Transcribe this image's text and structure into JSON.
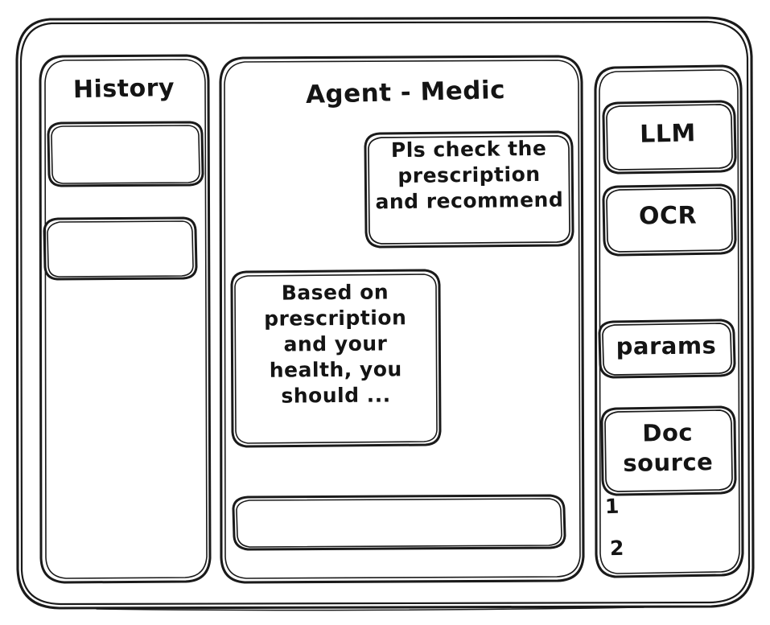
{
  "app": {
    "style": "hand-drawn-wireframe",
    "stroke_color": "#1a1a1a",
    "background_color": "#ffffff"
  },
  "sidebar_left": {
    "title": "History",
    "items": [
      {
        "label": "",
        "name": "history-item-1"
      },
      {
        "label": "",
        "name": "history-item-2"
      }
    ]
  },
  "main": {
    "title": "Agent - Medic",
    "messages": [
      {
        "role": "user",
        "text": "Pls check the\nprescription\nand recommend"
      },
      {
        "role": "assistant",
        "text": "Based on\nprescription\nand your\nhealth, you\nshould ..."
      }
    ],
    "composer": {
      "value": "",
      "placeholder": ""
    }
  },
  "sidebar_right": {
    "tools": [
      {
        "label": "LLM"
      },
      {
        "label": "OCR"
      }
    ],
    "params": {
      "label": "params"
    },
    "doc_source": {
      "label": "Doc\nsource",
      "items": [
        "1",
        "2"
      ]
    }
  }
}
